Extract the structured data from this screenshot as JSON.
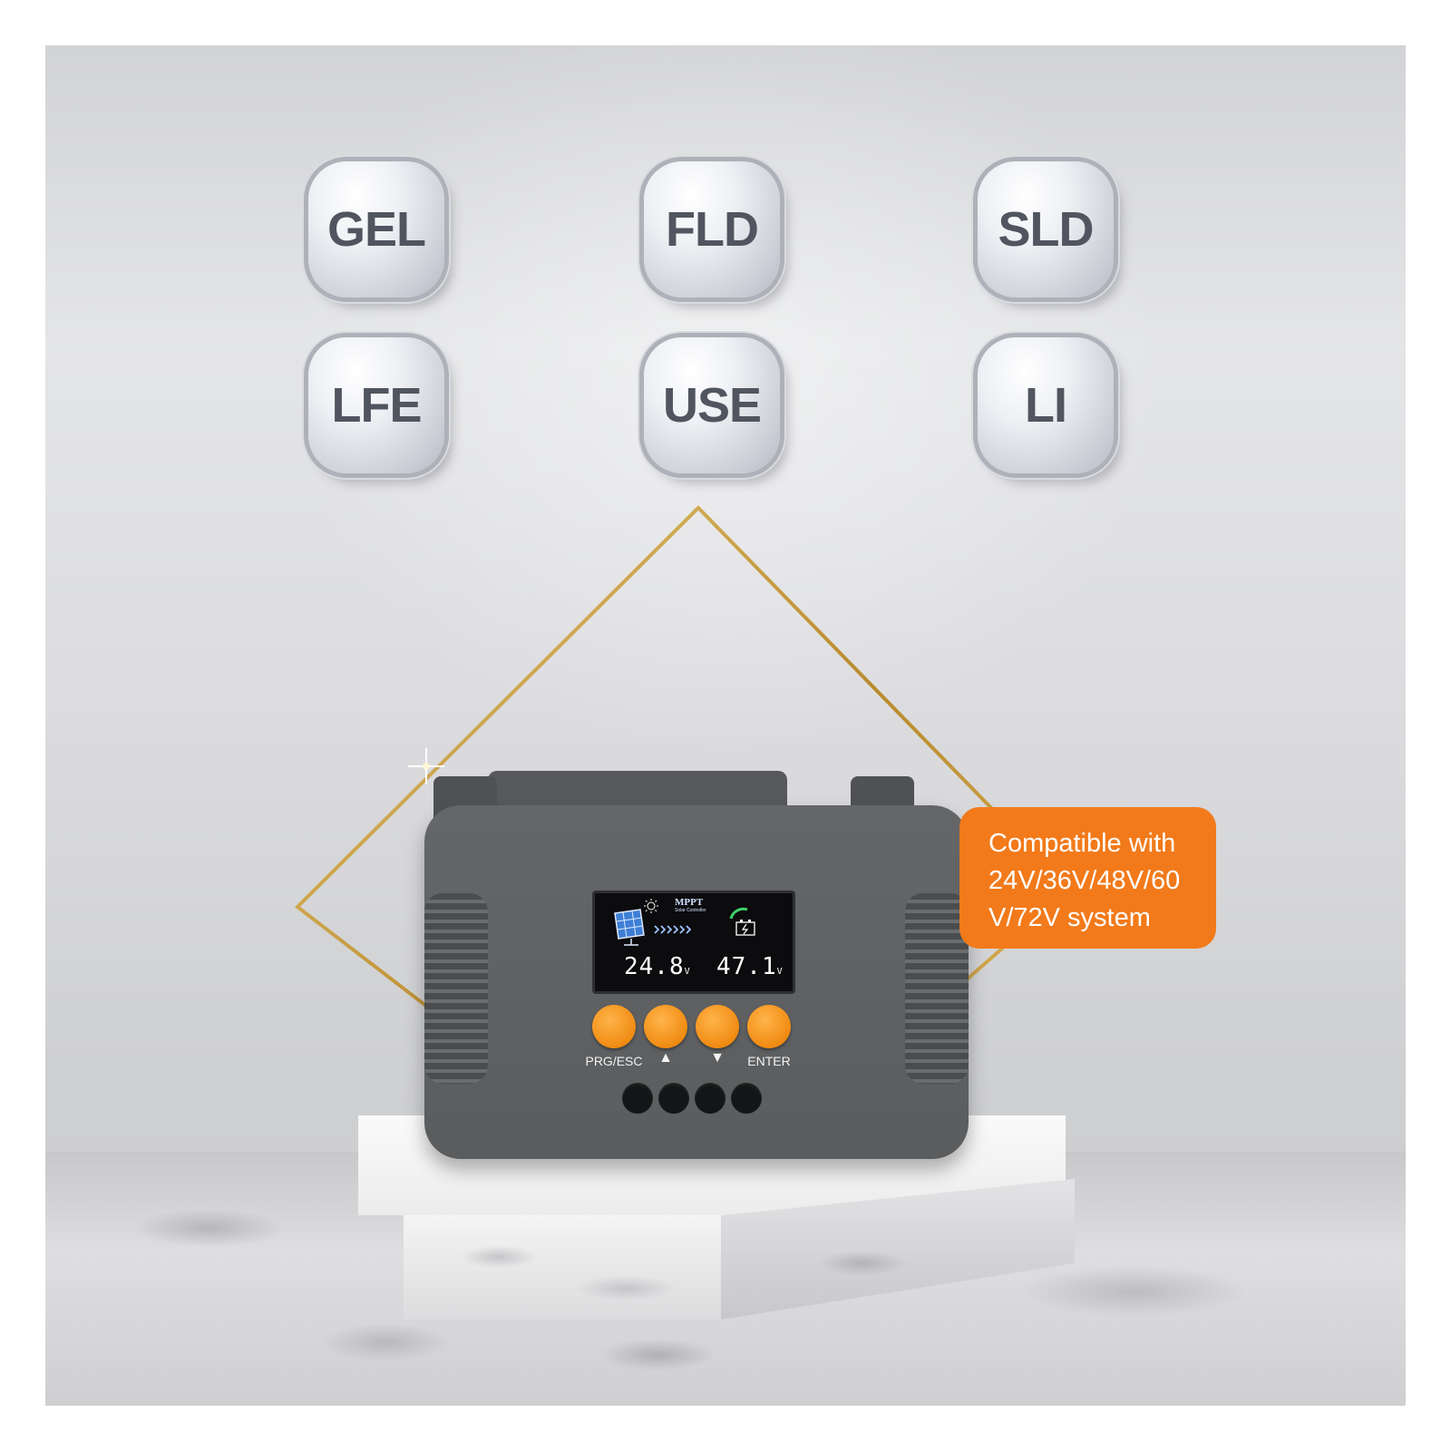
{
  "battery_types": [
    "GEL",
    "FLD",
    "SLD",
    "LFE",
    "USE",
    "LI"
  ],
  "display": {
    "title": "MPPT",
    "subtitle": "Solar Controller",
    "pv_voltage": "24.8",
    "battery_voltage": "47.1",
    "unit": "V"
  },
  "buttons": {
    "prg": "PRG/ESC",
    "up": "▲",
    "down": "▼",
    "enter": "ENTER"
  },
  "callout": {
    "line1": "Compatible with",
    "line2": "24V/36V/48V/60",
    "line3": "V/72V system"
  },
  "colors": {
    "accent_orange": "#f27a1a",
    "button_orange": "#f08b12",
    "device_gray": "#5a5c5e",
    "frame_gold": "#c9a24a",
    "badge_text": "#50555f"
  }
}
